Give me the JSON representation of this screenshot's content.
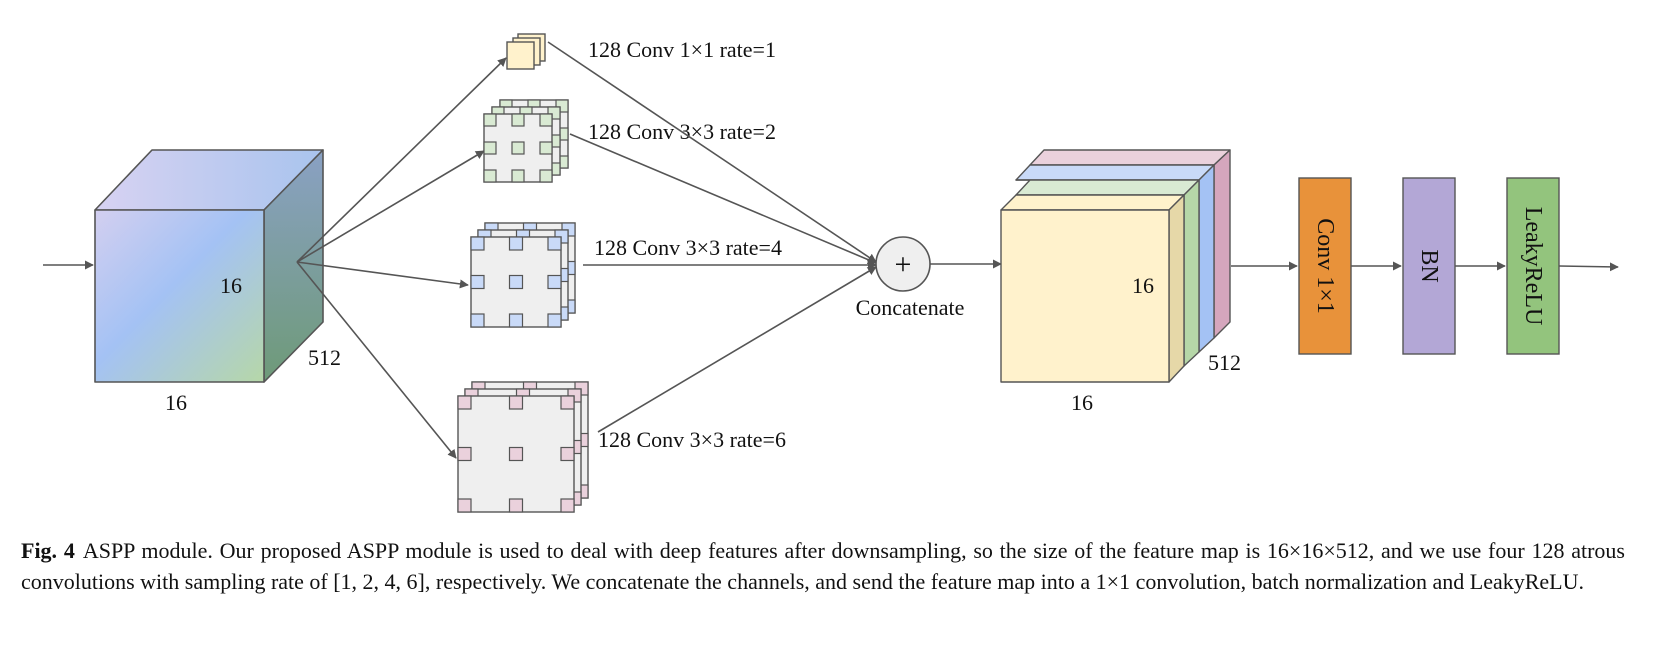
{
  "input_block": {
    "height_label": "16",
    "width_label": "16",
    "depth_label": "512"
  },
  "branches": [
    {
      "label": "128 Conv 1×1 rate=1"
    },
    {
      "label": "128 Conv 3×3 rate=2"
    },
    {
      "label": "128 Conv 3×3 rate=4"
    },
    {
      "label": "128 Conv 3×3 rate=6"
    }
  ],
  "concat": {
    "symbol": "+",
    "label": "Concatenate"
  },
  "output_block": {
    "height_label": "16",
    "width_label": "16",
    "depth_label": "512"
  },
  "layers": [
    {
      "label": "Conv 1×1",
      "color": "#E8923A"
    },
    {
      "label": "BN",
      "color": "#B3A7D6"
    },
    {
      "label": "LeakyReLU",
      "color": "#93C47D"
    }
  ],
  "colors": {
    "branch1": "#FFF2CC",
    "branch2_dots": "#D9EAD3",
    "branch3_dots": "#C9DAF8",
    "branch4_dots": "#EAD1DC",
    "kernel_face": "#EFEFEF",
    "output_front": "#FFF2CC",
    "output_slices": [
      "#D9EAD3",
      "#C9DAF8",
      "#EAD1DC"
    ]
  },
  "caption": {
    "label": "Fig. 4",
    "text": "ASPP module. Our proposed ASPP module is used to deal with deep features after downsampling, so the size of the feature map is 16×16×512, and we use four 128 atrous convolutions with sampling rate of [1, 2, 4, 6], respectively. We concatenate the channels, and send the feature map into a 1×1 convolution, batch normalization and LeakyReLU."
  }
}
